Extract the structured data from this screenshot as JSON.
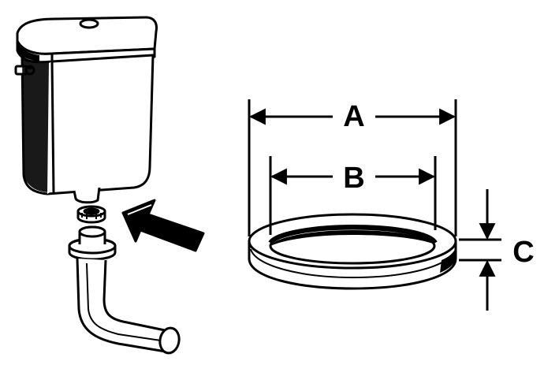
{
  "labels": {
    "outer_diameter": "A",
    "inner_diameter": "B",
    "thickness": "C"
  },
  "colors": {
    "ink": "#000000",
    "paper": "#ffffff"
  },
  "icons": [
    "cistern-illustration",
    "washer-illustration",
    "pipe-illustration",
    "insert-arrow-icon",
    "seal-ring-illustration"
  ]
}
